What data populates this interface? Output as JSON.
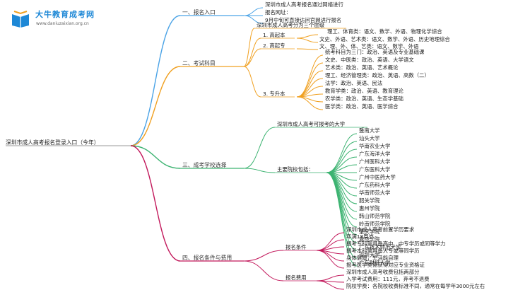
{
  "logo": {
    "name": "大牛教育成考网",
    "url": "www.daniuzaixian.org.cn"
  },
  "colors": {
    "s1": "#4aa3e6",
    "s2": "#f0a020",
    "s3": "#3cb371",
    "s4": "#c2185b"
  },
  "root": "深圳市成人高考报名登录入口（今年）",
  "s1": {
    "title": "一、报名入口",
    "items": [
      "深圳市成人高考报名通过网络进行",
      "报名网址：",
      "9月中旬可直接访问官网进行报名"
    ]
  },
  "s2": {
    "title": "二、考试科目",
    "intro": "深圳市成人高考分为三个层级",
    "g1": {
      "title": "1. 高起本",
      "items": [
        "理工、体育类：语文、数学、外语、物理化学综合",
        "文史、外语、艺术类：语文、数学、外语、历史地理综合"
      ]
    },
    "g2": {
      "title": "2. 高起专",
      "items": [
        "文、理、外、体、艺类：语文、数学、外语"
      ]
    },
    "g3": {
      "title": "3. 专升本",
      "items": [
        "统考科目为三门：政治、英语及专业基础课",
        "文史、中医类：政治、英语、大学语文",
        "艺术类：政治、英语、艺术概论",
        "理工、经济管理类：政治、英语、高数（二）",
        "法学：政治、英语、民法",
        "教育学类：政治、英语、教育理论",
        "农学类：政治、英语、生态学基础",
        "医学类：政治、英语、医学综合"
      ]
    }
  },
  "s3": {
    "title": "三、成考学校选择",
    "intro": "深圳市成人高考可报考的大学",
    "main_label": "主要院校包括：",
    "schools": [
      "暨南大学",
      "汕头大学",
      "华南农业大学",
      "广东海洋大学",
      "广州医科大学",
      "广东医科大学",
      "广州中医药大学",
      "广东药科大学",
      "华南师范大学",
      "韶关学院",
      "惠州学院",
      "韩山师范学院",
      "岭南师范学院",
      "肇庆学院",
      "嘉应学院",
      "广东技术师范大学",
      "深圳大学",
      "广东财经大学"
    ]
  },
  "s4": {
    "title": "四、报名条件与费用",
    "cond": {
      "title": "报名条件",
      "items": [
        "深圳市成人高考前置学历要求",
        "年满18周岁",
        "报考专科需具备高中、中专学历或同等学力",
        "报考本科需具备大专或等同学历",
        "身体健康，生活能自理",
        "报考医学类需获得对应专业资格证"
      ]
    },
    "fee": {
      "title": "报名费用",
      "items": [
        "深圳市成人高考收费包括两部分",
        "入学考试费用：111元，弃考不退费",
        "院校学费：各院校收费标准不同，通常在每学年3000元左右"
      ]
    }
  }
}
